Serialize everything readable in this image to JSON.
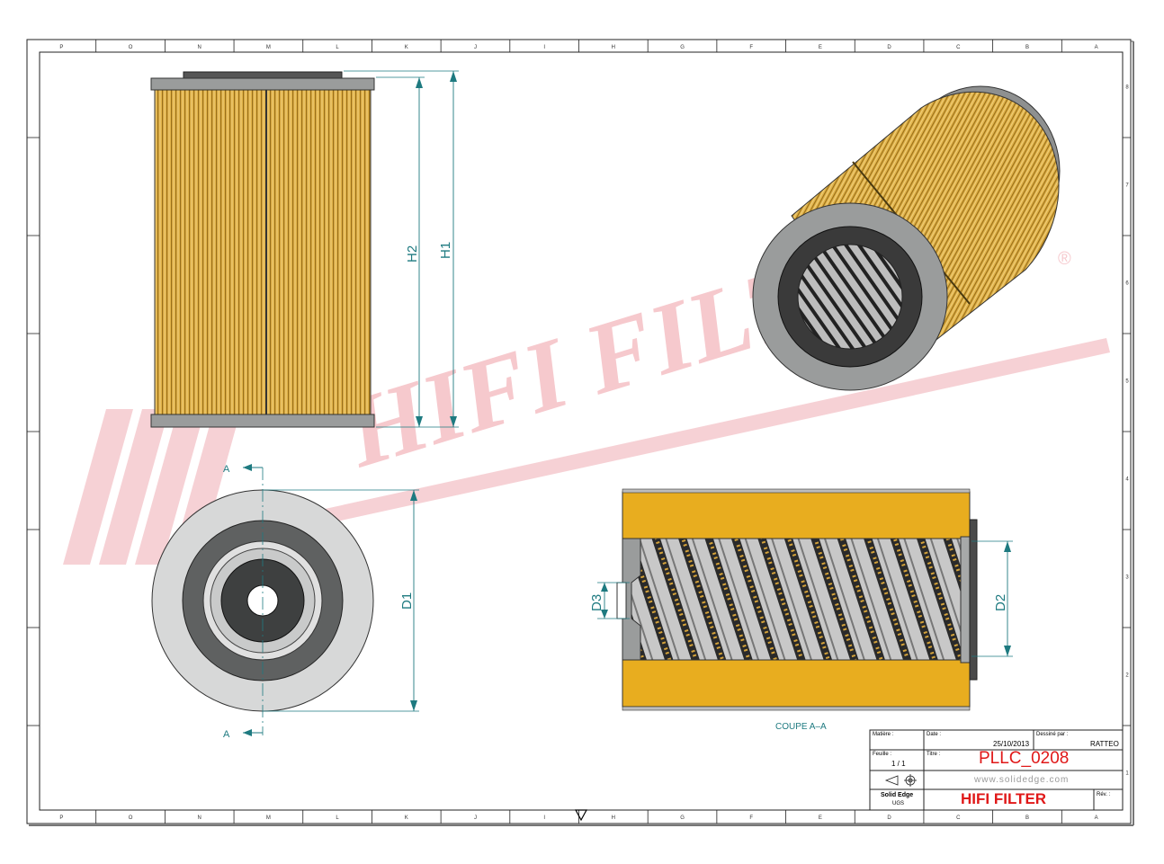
{
  "dimensions": {
    "h1": "H1",
    "h2": "H2",
    "d1": "D1",
    "d2": "D2",
    "d3": "D3"
  },
  "section": {
    "marker": "A",
    "caption": "COUPE A–A"
  },
  "watermark": {
    "text": "HIFI FILTER",
    "registered": "®"
  },
  "title_block": {
    "material_label": "Matière :",
    "date_label": "Date :",
    "date": "25/10/2013",
    "drawn_by_label": "Dessiné par :",
    "drawn_by": "RATTEO",
    "sheet_label": "Feuille :",
    "sheet": "1 / 1",
    "title_label": "Titre :",
    "title": "PLLC_0208",
    "url": "www.solidedge.com",
    "software": "Solid Edge",
    "software_sub": "UGS",
    "company": "HIFI FILTER",
    "revision_label": "Rév. :"
  },
  "border": {
    "top_letters": [
      "P",
      "O",
      "N",
      "M",
      "L",
      "K",
      "J",
      "I",
      "H",
      "G",
      "F",
      "E",
      "D",
      "C",
      "B",
      "A"
    ],
    "bottom_letters": [
      "P",
      "O",
      "N",
      "M",
      "L",
      "K",
      "J",
      "I",
      "H",
      "G",
      "F",
      "E",
      "D",
      "C",
      "B",
      "A"
    ],
    "right_numbers": [
      "8",
      "7",
      "6",
      "5",
      "4",
      "3",
      "2",
      "1"
    ]
  },
  "colors": {
    "teal": "#1e7a80",
    "pleat": "#d9a73a",
    "yellow": "#e8ad1f",
    "cap": "#8e9090",
    "watermark": "#f3b7bd",
    "title_red": "#e01818"
  }
}
